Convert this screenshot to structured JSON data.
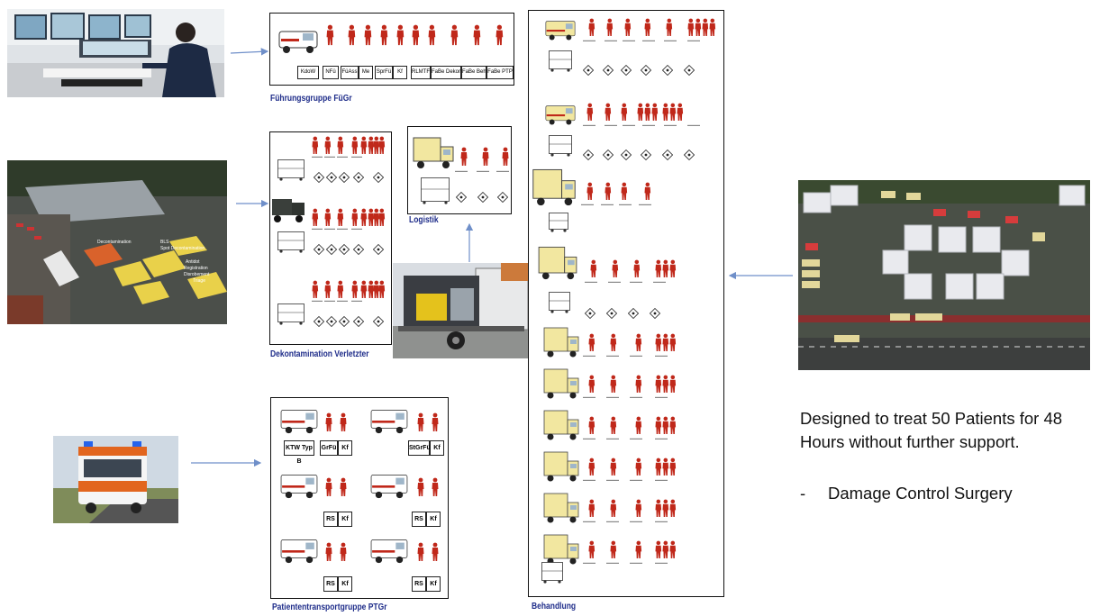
{
  "fuegr": {
    "caption": "Führungsgruppe FüGr",
    "labels": [
      "KdoW",
      "NFü",
      "FüAss",
      "Me",
      "SprFü",
      "Kf",
      "RLMTF",
      "FaBe Dekon-V",
      "FaBe Beh",
      "FaBe PTP"
    ]
  },
  "dekon": {
    "caption": "Dekontamination Verletzter"
  },
  "logistik": {
    "caption": "Logistik"
  },
  "behandlung": {
    "caption": "Behandlung"
  },
  "ptgr": {
    "caption": "Patiententransportgruppe PTGr",
    "row1_left": [
      "KTW Typ B",
      "GrFü",
      "Kf"
    ],
    "row1_right": [
      "StGrFü",
      "Kf"
    ],
    "row_labels": [
      "RS",
      "Kf"
    ]
  },
  "decon_photo": {
    "labels": [
      "Decontamination",
      "BLS",
      "Spot Decontamination",
      "Antidot",
      "Registration",
      "Disrobement",
      "Triage"
    ]
  },
  "side": {
    "statement": "Designed to treat 50 Patients for 48 Hours without further support.",
    "bullet_dash": "-",
    "bullet": "Damage Control Surgery"
  },
  "colors": {
    "arrow": "#6f8fc9",
    "caption": "#1f2d8a",
    "figure": "#c0281a",
    "vehicle": "#f2e7a0"
  }
}
